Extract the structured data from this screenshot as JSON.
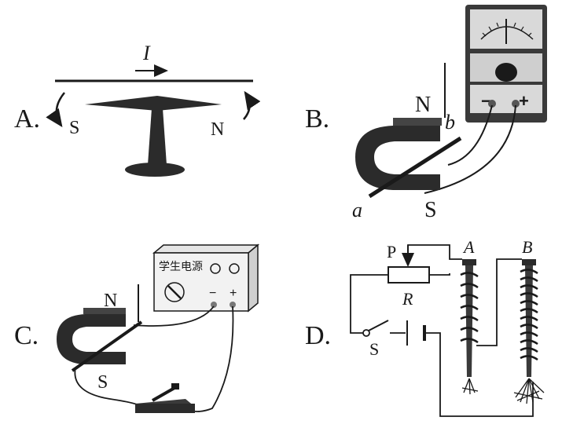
{
  "panels": {
    "a": {
      "letter": "A.",
      "current_label": "I",
      "pole_left": "S",
      "pole_right": "N"
    },
    "b": {
      "letter": "B.",
      "pole_top": "N",
      "pole_bottom": "S",
      "rod_end_a": "a",
      "rod_end_b": "b",
      "meter_minus": "−",
      "meter_plus": "+"
    },
    "c": {
      "letter": "C.",
      "pole_top": "N",
      "pole_bottom": "S",
      "power_supply_label": "学生电源",
      "minus": "−",
      "plus": "+"
    },
    "d": {
      "letter": "D.",
      "slider_label": "P",
      "rheostat_label": "R",
      "switch_label": "S",
      "nail_a_label": "A",
      "nail_b_label": "B"
    }
  },
  "colors": {
    "ink": "#1a1a1a",
    "magnet": "#2b2b2b",
    "paper": "#ffffff"
  }
}
